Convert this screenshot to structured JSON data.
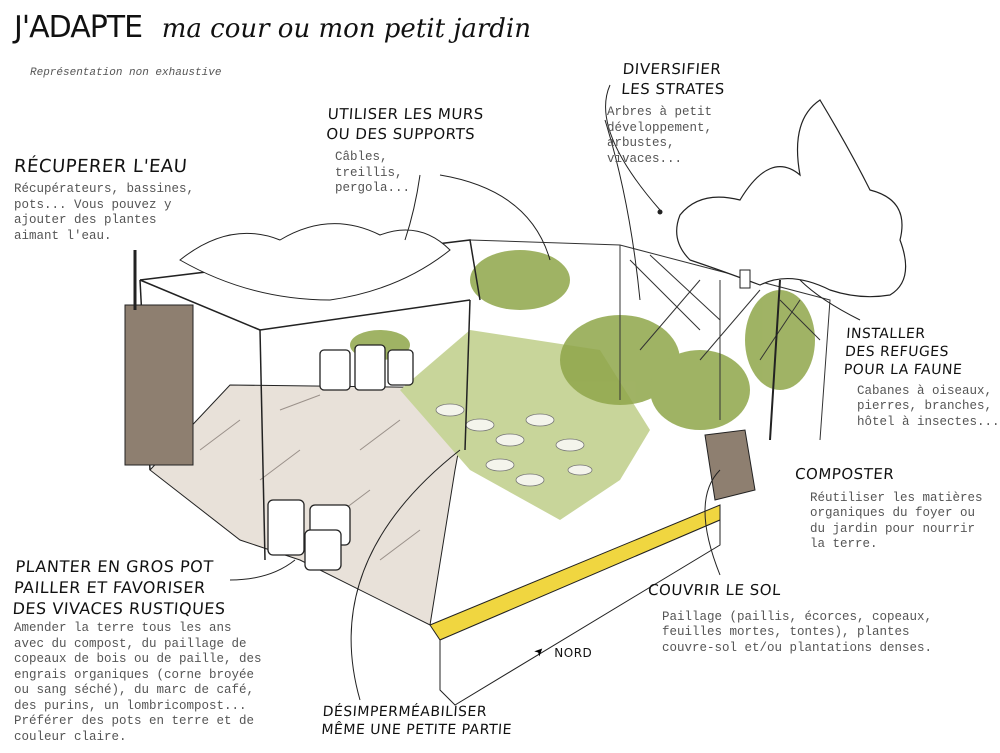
{
  "header": {
    "title_main": "J'ADAPTE",
    "title_script": "ma cour ou mon petit jardin",
    "subtitle": "Représentation non exhaustive"
  },
  "sections": {
    "water": {
      "title": "Récuperer l'eau",
      "body": "Récupérateurs, bassines,\npots... Vous pouvez y\najouter des plantes\naimant l'eau."
    },
    "walls": {
      "title": "Utiliser les murs\nou des supports",
      "body": "Câbles,\ntreillis,\npergola..."
    },
    "strata": {
      "title": "Diversifier\nles strates",
      "body": "Arbres à petit\ndéveloppement,\narbustes,\nvivaces..."
    },
    "refuges": {
      "title": "Installer\ndes refuges\npour la faune",
      "body": "Cabanes à oiseaux,\npierres, branches,\nhôtel à insectes..."
    },
    "compost": {
      "title": "Composter",
      "body": "Réutiliser les matières\norganiques du foyer ou\ndu jardin pour nourrir\nla terre."
    },
    "soil": {
      "title": "Couvrir le sol",
      "body": "Paillage (paillis, écorces, copeaux,\nfeuilles mortes, tontes), plantes\ncouvre-sol et/ou plantations denses."
    },
    "pots": {
      "title": "Planter en gros pot\npailler et favoriser\ndes vivaces rustiques",
      "body": "Amender la terre tous les ans\navec du compost, du paillage de\ncopeaux de bois ou de paille, des\nengrais organiques (corne broyée\nou sang séché), du marc de café,\ndes purins, un lombricompost...\nPréférer des pots en terre et de\ncouleur claire."
    },
    "permeable": {
      "title": "Désimperméabiliser\nmême une petite partie"
    }
  },
  "compass": {
    "label": "NORD",
    "icon": "north-arrow-icon"
  },
  "colors": {
    "deck": "#e8e1d9",
    "lawn": "#c8d59a",
    "foliage": "#8fa64a",
    "bed": "#f0d640",
    "compost_bin": "#8e7f70"
  }
}
